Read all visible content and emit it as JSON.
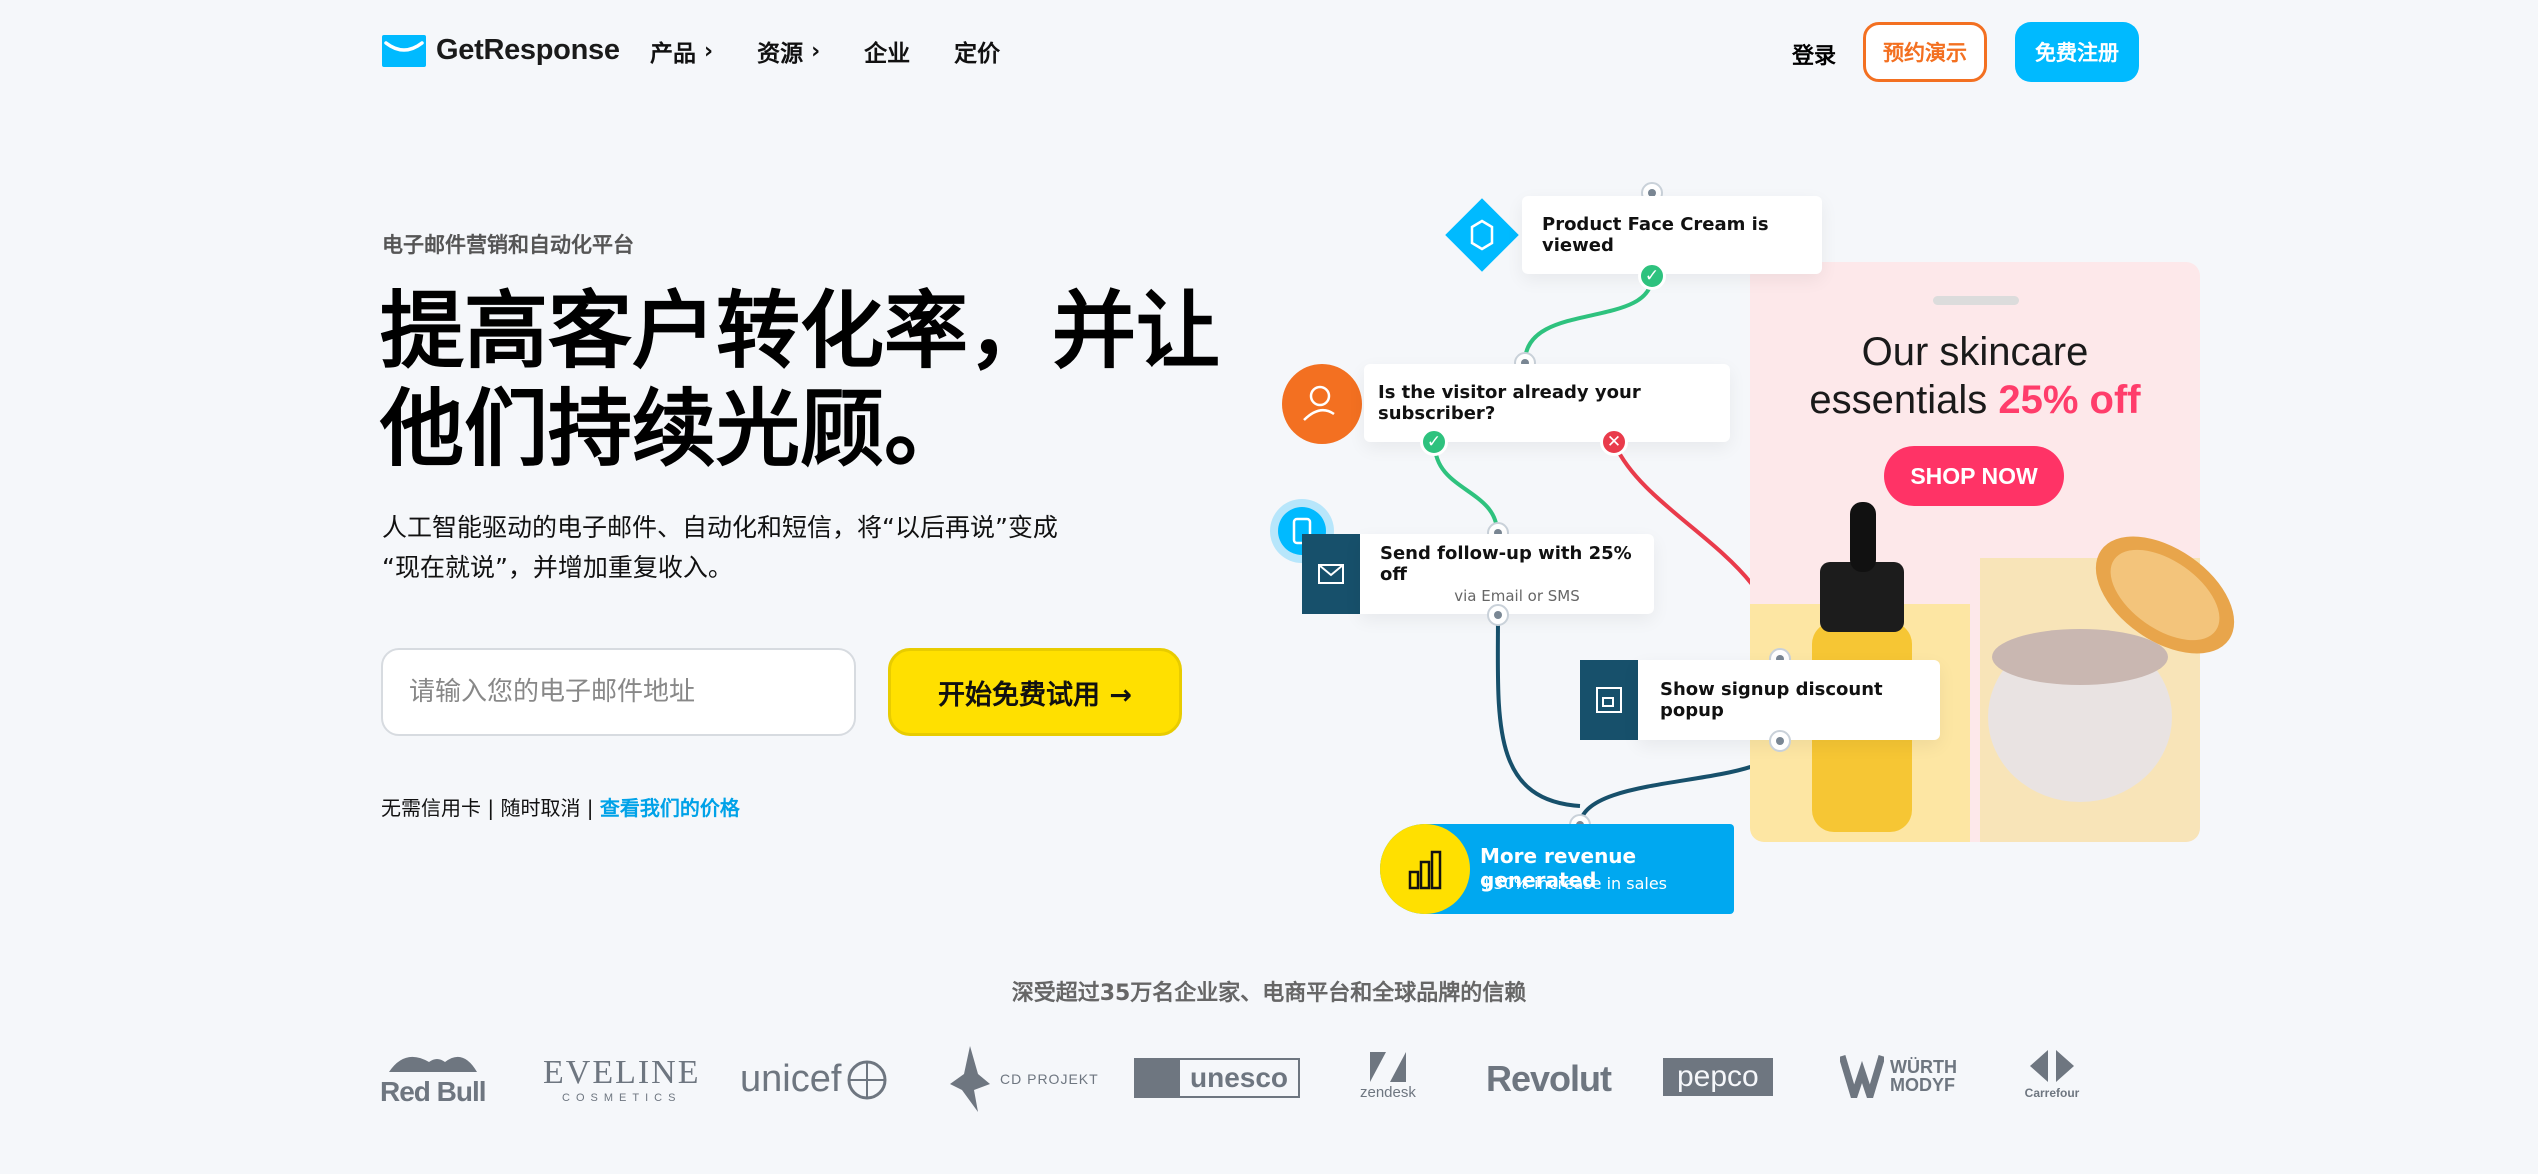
{
  "nav": {
    "brand": "GetResponse",
    "menu": [
      {
        "label": "产品",
        "chev": "›"
      },
      {
        "label": "资源",
        "chev": "›"
      },
      {
        "label": "企业",
        "chev": ""
      },
      {
        "label": "定价",
        "chev": ""
      }
    ],
    "login": "登录",
    "demo": "预约演示",
    "signup": "免费注册"
  },
  "hero": {
    "eyebrow": "电子邮件营销和自动化平台",
    "headline_line1": "提高客户转化率，并让",
    "headline_line2": "他们持续光顾。",
    "sub_line1": "人工智能驱动的电子邮件、自动化和短信，将“以后再说”变成",
    "sub_line2": "“现在就说”，并增加重复收入。",
    "email_placeholder": "请输入您的电子邮件地址",
    "cta": "开始免费试用 →",
    "fineprint_prefix": "无需信用卡 | 随时取消 | ",
    "fineprint_link": "查看我们的价格"
  },
  "diagram": {
    "step1": "Product Face Cream is viewed",
    "step2": "Is the visitor already your subscriber?",
    "step3_title": "Send follow-up with 25% off",
    "step3_sub": "via Email or SMS",
    "step4": "Show signup discount popup",
    "step5_title": "More revenue generated",
    "step5_sub": "+30% increase in sales",
    "yes_mark": "✓",
    "no_mark": "✕"
  },
  "promo": {
    "line1": "Our skincare",
    "line2_prefix": "essentials ",
    "line2_pct": "25% off",
    "button": "SHOP NOW"
  },
  "trust": {
    "text": "深受超过35万名企业家、电商平台和全球品牌的信赖",
    "brands": [
      "Red Bull",
      "EVELINE",
      "COSMETICS",
      "unicef",
      "CD PROJEKT",
      "unesco",
      "zendesk",
      "Revolut",
      "pepco",
      "WÜRTH",
      "MODYF",
      "Carrefour"
    ]
  },
  "colors": {
    "accent_blue": "#00baff",
    "accent_orange": "#f37021",
    "cta_yellow": "#ffe000",
    "promo_pink": "#ff3366",
    "flow_green": "#2ec27e",
    "flow_red": "#e93b4b",
    "flow_navy": "#17506b"
  }
}
